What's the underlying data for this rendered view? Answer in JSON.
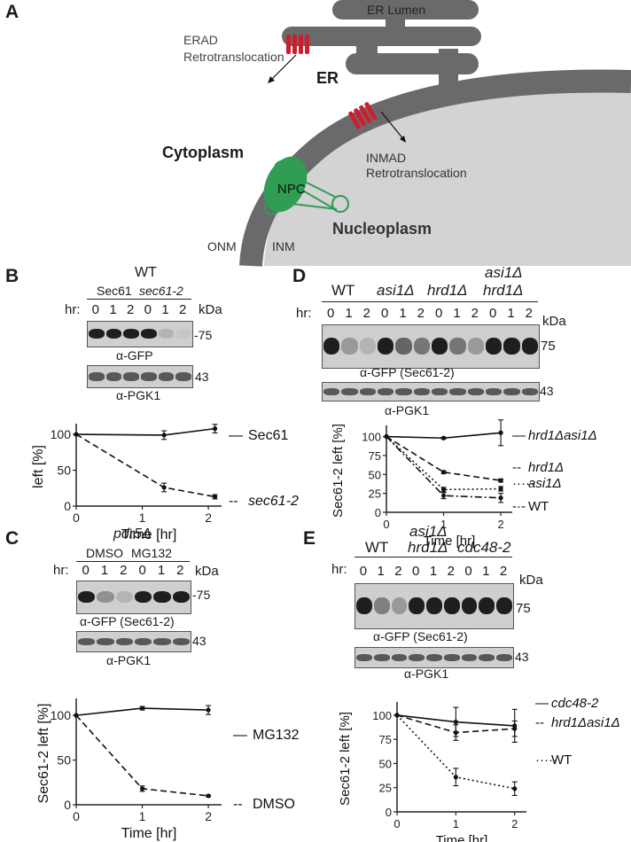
{
  "panelA": {
    "letter": "A",
    "er_lumen": "ER Lumen",
    "erad": "ERAD",
    "erad_retro": "Retrotranslocation",
    "er": "ER",
    "cytoplasm": "Cytoplasm",
    "inmad": "INMAD",
    "inmad_retro": "Retrotranslocation",
    "npc": "NPC",
    "nucleoplasm": "Nucleoplasm",
    "onm": "ONM",
    "inm": "INM"
  },
  "panelB": {
    "letter": "B",
    "title": "WT",
    "lane_groups": [
      "Sec61",
      "sec61-2"
    ],
    "hr_label": "hr:",
    "lanes": [
      "0",
      "1",
      "2",
      "0",
      "1",
      "2"
    ],
    "kda": "kDa",
    "marker_top": "-75",
    "marker_bottom": "43",
    "ab_top": "α-GFP",
    "ab_bottom": "α-PGK1",
    "band_intensity": [
      1,
      1,
      1,
      1,
      0.15,
      0.05
    ],
    "chart_data": {
      "type": "line",
      "xlabel": "Time [hr]",
      "ylabel": "left [%]",
      "x_ticks": [
        "0",
        "1",
        "2"
      ],
      "y_ticks": [
        "0",
        "50",
        "100"
      ],
      "xlim": [
        0,
        2.2
      ],
      "ylim": [
        0,
        110
      ],
      "series": [
        {
          "name": "Sec61",
          "x": [
            0,
            1.33,
            2.1
          ],
          "y": [
            100,
            99,
            108
          ],
          "err": [
            0,
            6,
            6
          ],
          "style": "solid"
        },
        {
          "name": "sec61-2",
          "x": [
            0,
            1.33,
            2.1
          ],
          "y": [
            100,
            26,
            13
          ],
          "err": [
            0,
            6,
            3
          ],
          "style": "dashed"
        }
      ],
      "legend": [
        {
          "marker": "—",
          "label": "Sec61"
        },
        {
          "marker": "--",
          "label": "sec61-2"
        }
      ]
    }
  },
  "panelC": {
    "letter": "C",
    "title": "pdr5Δ",
    "lane_groups": [
      "DMSO",
      "MG132"
    ],
    "hr_label": "hr:",
    "lanes": [
      "0",
      "1",
      "2",
      "0",
      "1",
      "2"
    ],
    "kda": "kDa",
    "marker_top": "-75",
    "marker_bottom": "43",
    "ab_top": "α-GFP (Sec61-2)",
    "ab_bottom": "α-PGK1",
    "band_intensity": [
      1,
      0.35,
      0.15,
      1,
      1,
      1
    ],
    "chart_data": {
      "type": "line",
      "xlabel": "Time [hr]",
      "ylabel": "Sec61-2 left [%]",
      "x_ticks": [
        "0",
        "1",
        "2"
      ],
      "y_ticks": [
        "0",
        "50",
        "100"
      ],
      "xlim": [
        0,
        2.2
      ],
      "ylim": [
        0,
        115
      ],
      "series": [
        {
          "name": "MG132",
          "x": [
            0,
            1,
            2
          ],
          "y": [
            100,
            108,
            106
          ],
          "err": [
            0,
            2,
            5
          ],
          "style": "solid"
        },
        {
          "name": "DMSO",
          "x": [
            0,
            1,
            2
          ],
          "y": [
            100,
            18,
            10
          ],
          "err": [
            0,
            3,
            1
          ],
          "style": "dashed"
        }
      ],
      "legend": [
        {
          "marker": "—",
          "label": "MG132"
        },
        {
          "marker": "--",
          "label": "DMSO"
        }
      ]
    }
  },
  "panelD": {
    "letter": "D",
    "lane_groups": [
      "WT",
      "asi1Δ",
      "hrd1Δ",
      "asi1Δ",
      "hrd1Δ"
    ],
    "hr_label": "hr:",
    "lanes": [
      "0",
      "1",
      "2",
      "0",
      "1",
      "2",
      "0",
      "1",
      "2",
      "0",
      "1",
      "2"
    ],
    "kda": "kDa",
    "marker_top": "75",
    "marker_bottom": "43",
    "ab_top": "α-GFP (Sec61-2)",
    "ab_bottom": "α-PGK1",
    "band_intensity": [
      1,
      0.3,
      0.15,
      1,
      0.6,
      0.5,
      1,
      0.5,
      0.3,
      1,
      1,
      1
    ],
    "chart_data": {
      "type": "line",
      "xlabel": "Time [hr]",
      "ylabel": "Sec61-2 left [%]",
      "x_ticks": [
        "0",
        "1",
        "2"
      ],
      "y_ticks": [
        "0",
        "25",
        "50",
        "75",
        "100"
      ],
      "xlim": [
        0,
        2.2
      ],
      "ylim": [
        0,
        110
      ],
      "series": [
        {
          "name": "hrd1Δasi1Δ",
          "x": [
            0,
            1,
            2
          ],
          "y": [
            100,
            98,
            105
          ],
          "err": [
            0,
            1,
            17
          ],
          "style": "solid"
        },
        {
          "name": "hrd1Δ",
          "x": [
            0,
            1,
            2
          ],
          "y": [
            100,
            53,
            42
          ],
          "err": [
            0,
            2,
            2
          ],
          "style": "dashed"
        },
        {
          "name": "asi1Δ",
          "x": [
            0,
            1,
            2
          ],
          "y": [
            100,
            30,
            31
          ],
          "err": [
            0,
            3,
            3
          ],
          "style": "dotted"
        },
        {
          "name": "WT",
          "x": [
            0,
            1,
            2
          ],
          "y": [
            100,
            22,
            19
          ],
          "err": [
            0,
            4,
            6
          ],
          "style": "dashdot"
        }
      ],
      "legend": [
        {
          "marker": "—",
          "label": "hrd1Δasi1Δ"
        },
        {
          "marker": "--",
          "label": "hrd1Δ"
        },
        {
          "marker": "·····",
          "label": "asi1Δ"
        },
        {
          "marker": "-·-",
          "label": "WT"
        }
      ]
    }
  },
  "panelE": {
    "letter": "E",
    "lane_groups": [
      "WT",
      "asi1Δ",
      "hrd1Δ",
      "cdc48-2"
    ],
    "hr_label": "hr:",
    "lanes": [
      "0",
      "1",
      "2",
      "0",
      "1",
      "2",
      "0",
      "1",
      "2"
    ],
    "kda": "kDa",
    "marker_top": "75",
    "marker_bottom": "43",
    "ab_top": "α-GFP (Sec61-2)",
    "ab_bottom": "α-PGK1",
    "band_intensity": [
      1,
      0.45,
      0.3,
      1,
      1,
      1,
      1,
      1,
      1
    ],
    "chart_data": {
      "type": "line",
      "xlabel": "Time [hr]",
      "ylabel": "Sec61-2 left [%]",
      "x_ticks": [
        "0",
        "1",
        "2"
      ],
      "y_ticks": [
        "0",
        "25",
        "50",
        "75",
        "100"
      ],
      "xlim": [
        0,
        2.2
      ],
      "ylim": [
        0,
        110
      ],
      "series": [
        {
          "name": "cdc48-2",
          "x": [
            0,
            1,
            2
          ],
          "y": [
            100,
            93,
            89
          ],
          "err": [
            0,
            15,
            17
          ],
          "style": "solid"
        },
        {
          "name": "hrd1Δasi1Δ",
          "x": [
            0,
            1,
            2
          ],
          "y": [
            100,
            82,
            86
          ],
          "err": [
            0,
            8,
            8
          ],
          "style": "dashed"
        },
        {
          "name": "WT",
          "x": [
            0,
            1,
            2
          ],
          "y": [
            100,
            36,
            24
          ],
          "err": [
            0,
            9,
            7
          ],
          "style": "dotted"
        }
      ],
      "legend": [
        {
          "marker": "—",
          "label": "cdc48-2"
        },
        {
          "marker": "--",
          "label": "hrd1Δasi1Δ"
        },
        {
          "marker": "·····",
          "label": "WT"
        }
      ]
    }
  }
}
